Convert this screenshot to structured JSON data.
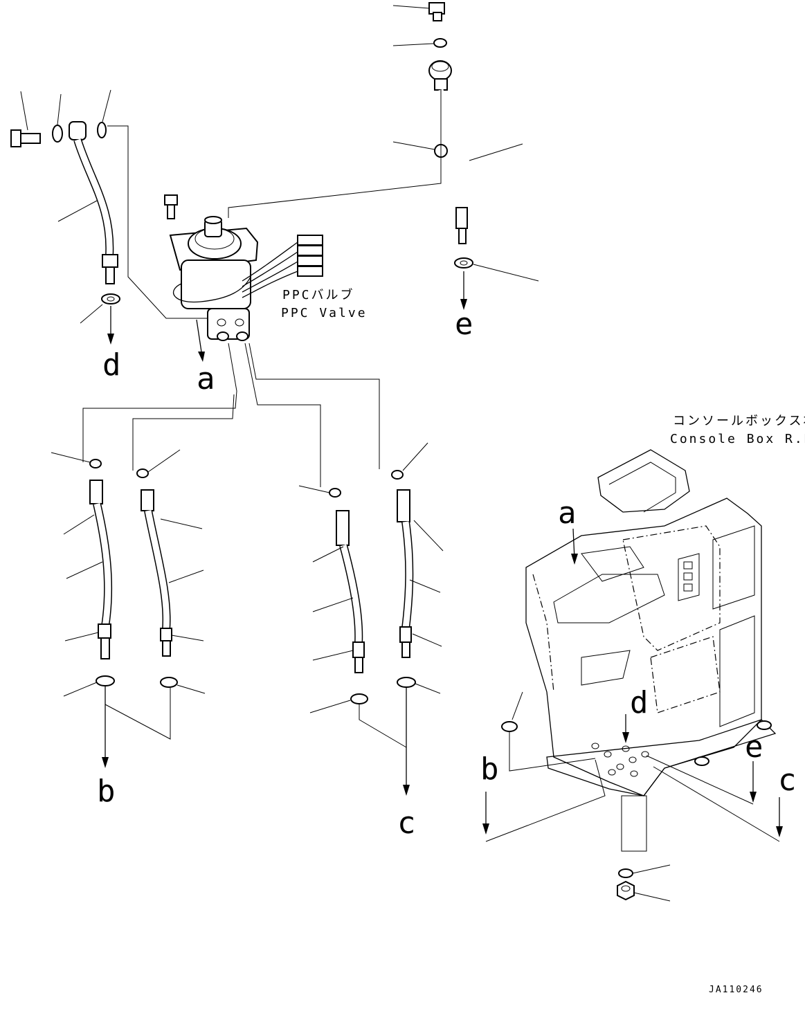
{
  "labels": {
    "ppc_valve_jp": "PPCバルブ",
    "ppc_valve_en": "PPC Valve",
    "console_box_jp": "コンソールボックス右",
    "console_box_en": "Console Box R.H.",
    "drawing_ref": "JA110246"
  },
  "callouts": {
    "a_valve": "a",
    "b_hose": "b",
    "c_hose": "c",
    "d_hose": "d",
    "e_hose": "e",
    "a_box": "a",
    "b_box": "b",
    "c_box": "c",
    "d_box": "d",
    "e_box": "e"
  },
  "colors": {
    "ink": "#000000",
    "paper": "#ffffff"
  }
}
